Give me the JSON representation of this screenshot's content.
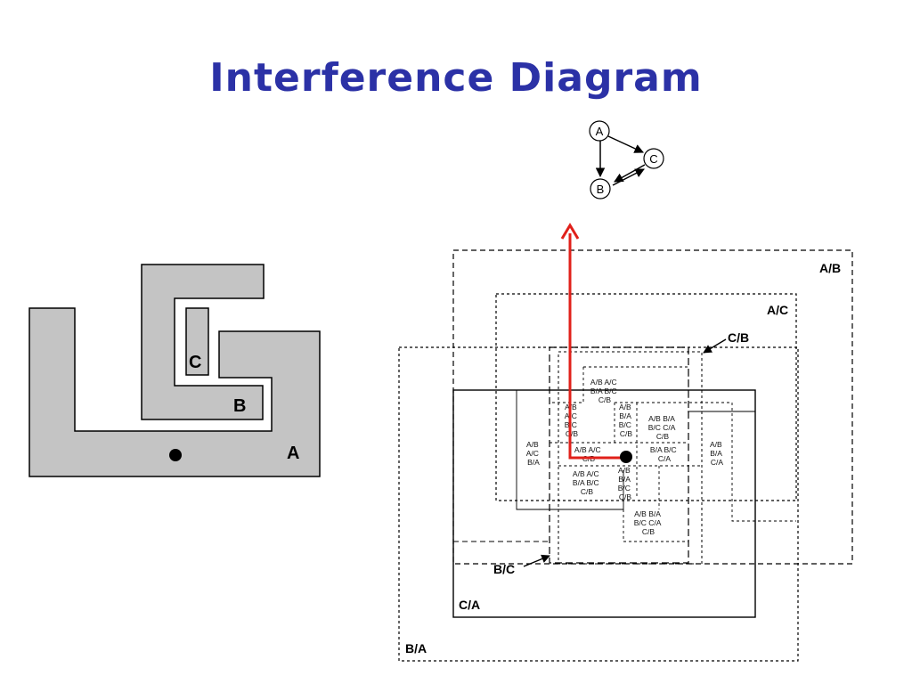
{
  "slide": {
    "title": "Interference Diagram",
    "title_color": "#2b31a6"
  },
  "graph": {
    "nodes": [
      "A",
      "B",
      "C"
    ]
  },
  "puzzle": {
    "fill_color": "#c4c4c4",
    "pieces": {
      "c": "C",
      "b": "B",
      "a": "A"
    }
  },
  "diagram": {
    "path_color": "#e0201a",
    "outer_labels": {
      "ab": "A/B",
      "ac": "A/C",
      "cb": "C/B",
      "bc": "B/C",
      "ca": "C/A",
      "ba": "B/A"
    },
    "cells": {
      "c1": [
        "A/B A/C",
        "B/A B/C",
        "C/B"
      ],
      "c2": [
        "A/B",
        "A/C",
        "B/C",
        "C/B"
      ],
      "c3": [
        "A/B",
        "B/A",
        "B/C",
        "C/B"
      ],
      "c4": [
        "A/B B/A",
        "B/C C/A",
        "C/B"
      ],
      "c5": [
        "A/B",
        "A/C",
        "B/A"
      ],
      "c6": [
        "A/B A/C",
        "C/B"
      ],
      "c7": [
        "B/A B/C",
        "C/A"
      ],
      "c8": [
        "A/B",
        "B/A",
        "C/A"
      ],
      "c9": [
        "A/B A/C",
        "B/A B/C",
        "C/B"
      ],
      "c10": [
        "A/B",
        "B/A",
        "B/C",
        "C/B"
      ],
      "c11": [
        "A/B B/A",
        "B/C C/A",
        "C/B"
      ]
    }
  }
}
